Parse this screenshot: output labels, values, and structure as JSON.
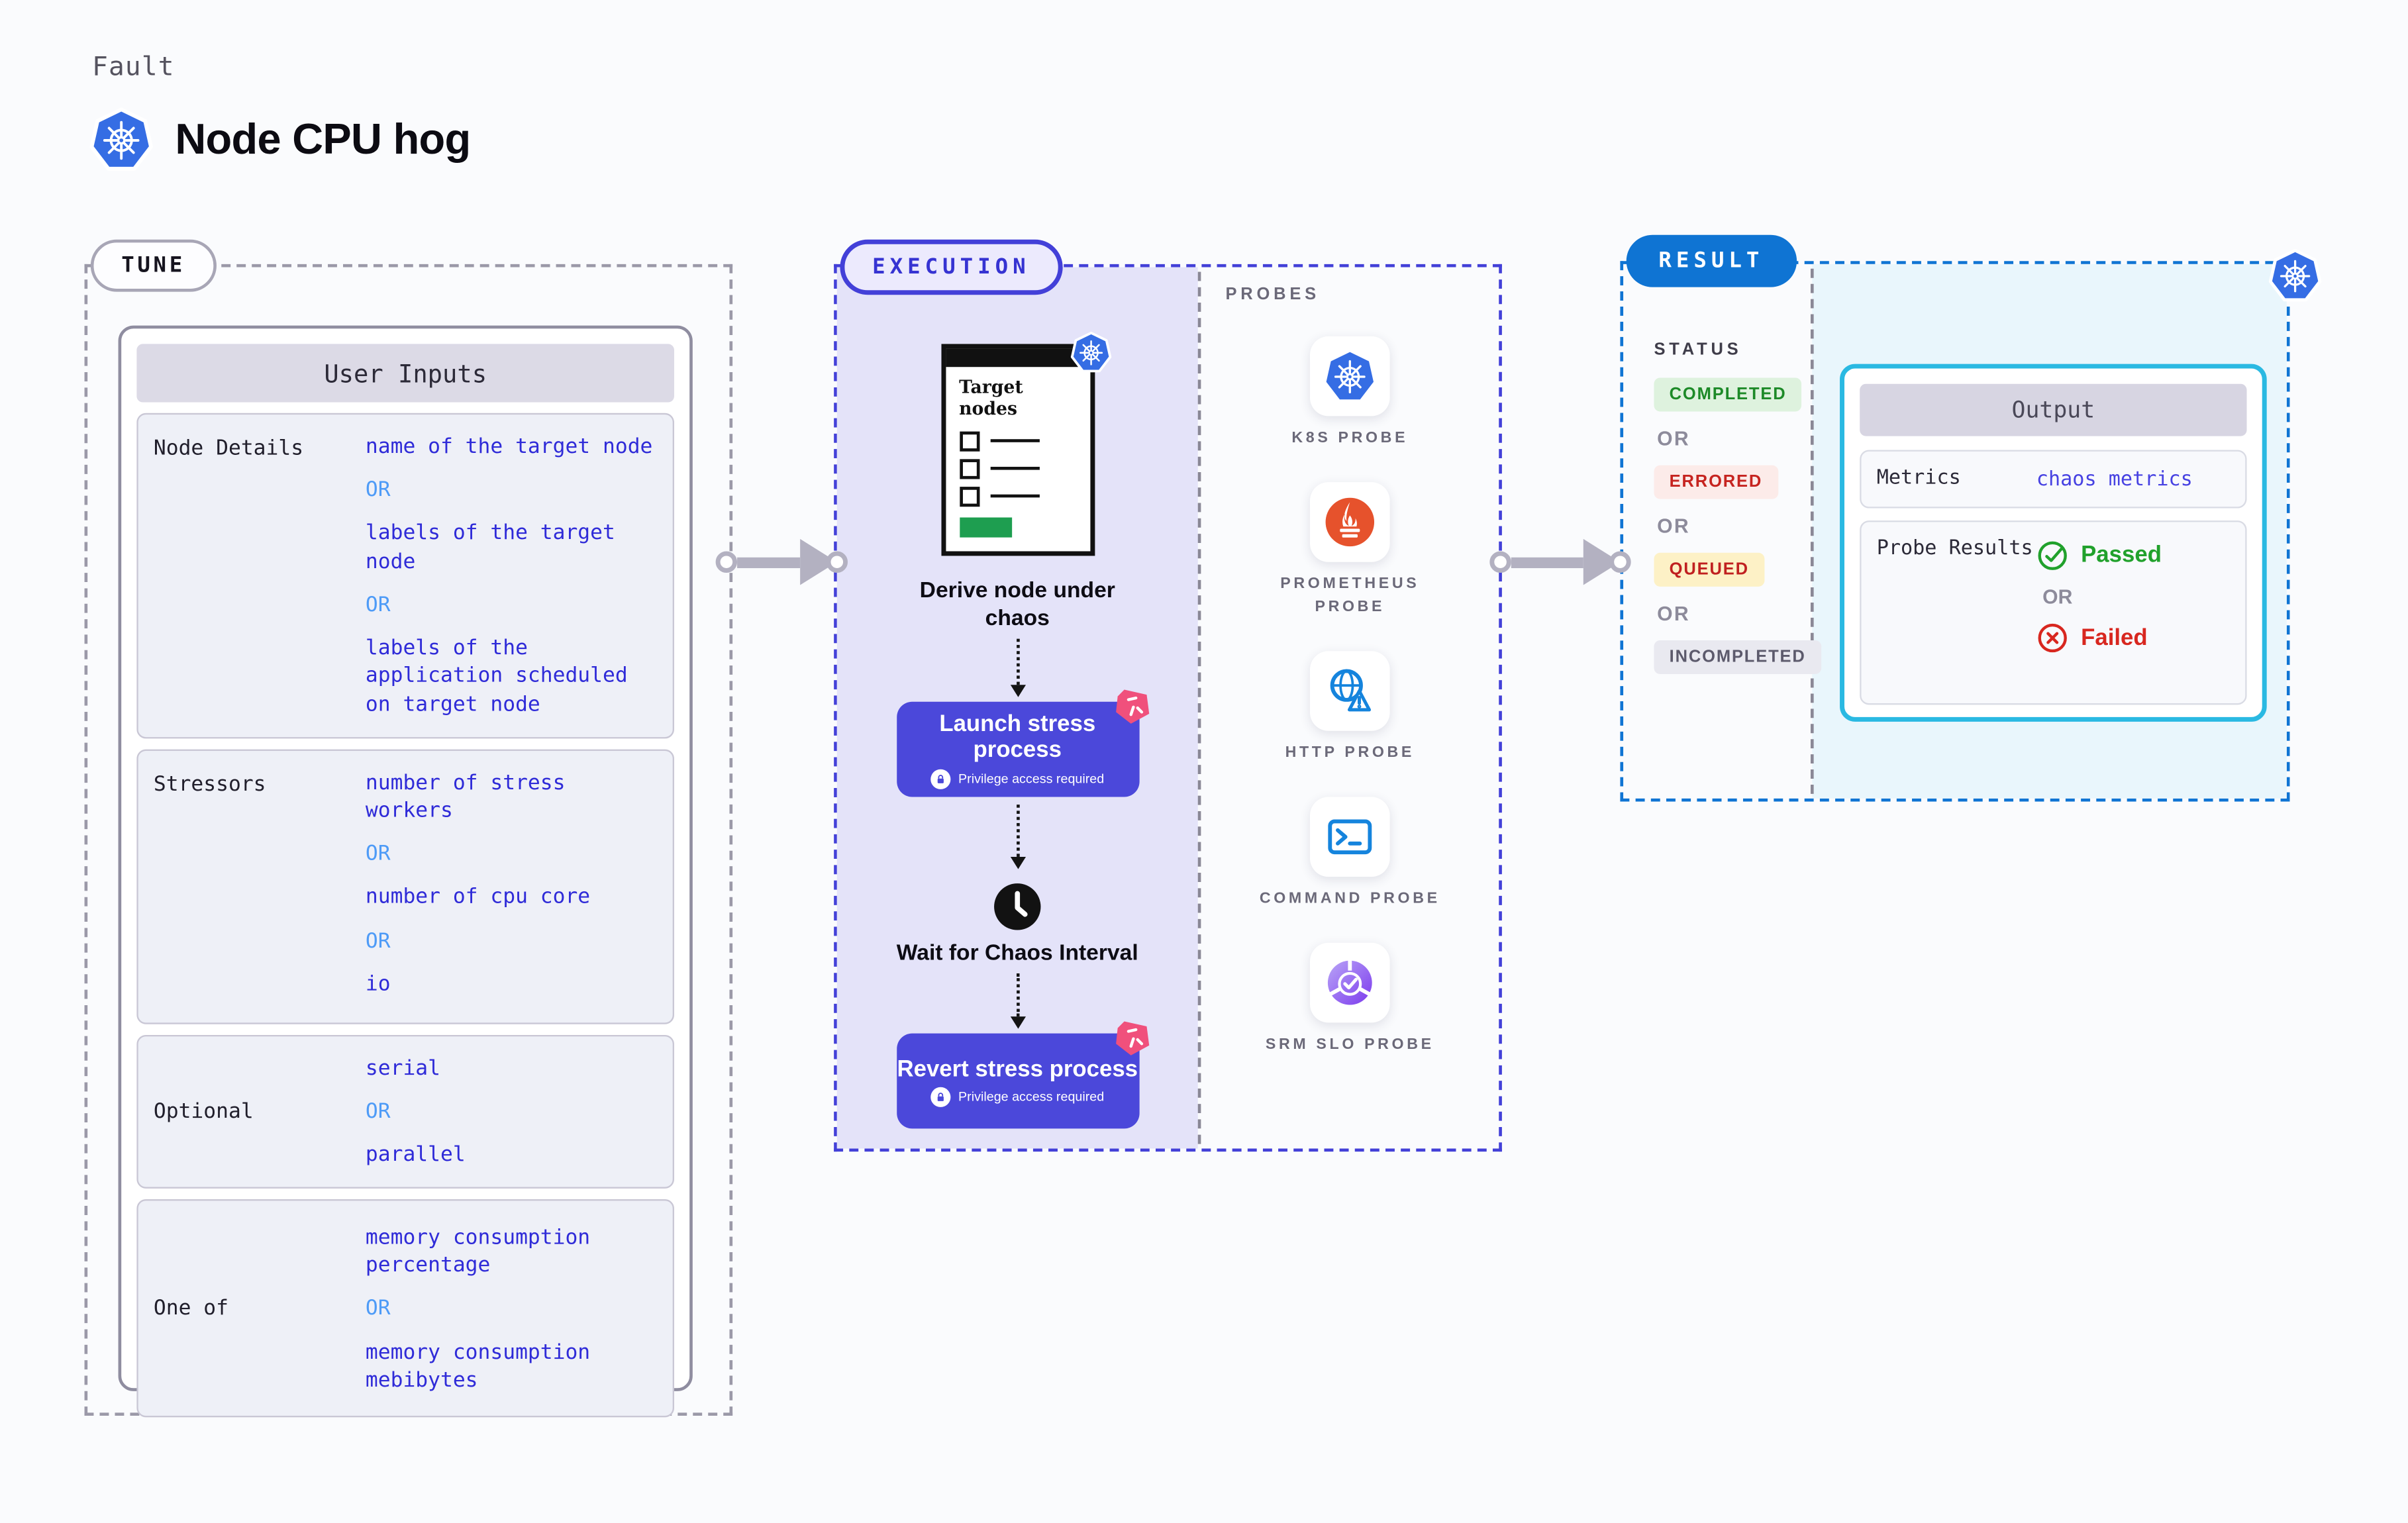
{
  "header": {
    "kicker": "Fault",
    "title": "Node CPU hog",
    "title_icon": "kubernetes-icon"
  },
  "tune": {
    "pill": "TUNE",
    "card_title": "User Inputs",
    "rows": [
      {
        "label": "Node Details",
        "items": [
          {
            "type": "value",
            "text": "name of the target node"
          },
          {
            "type": "or",
            "text": "OR"
          },
          {
            "type": "value",
            "text": "labels of the target node"
          },
          {
            "type": "or",
            "text": "OR"
          },
          {
            "type": "value",
            "text": "labels of the application scheduled on target node"
          }
        ]
      },
      {
        "label": "Stressors",
        "items": [
          {
            "type": "value",
            "text": "number of stress workers"
          },
          {
            "type": "or",
            "text": "OR"
          },
          {
            "type": "value",
            "text": "number of cpu core"
          },
          {
            "type": "or",
            "text": "OR"
          },
          {
            "type": "value",
            "text": "io"
          }
        ]
      },
      {
        "label": "Optional",
        "items": [
          {
            "type": "value",
            "text": "serial"
          },
          {
            "type": "or",
            "text": "OR"
          },
          {
            "type": "value",
            "text": "parallel"
          }
        ]
      },
      {
        "label": "One of",
        "items": [
          {
            "type": "value",
            "text": "memory consumption percentage"
          },
          {
            "type": "or",
            "text": "OR"
          },
          {
            "type": "value",
            "text": "memory consumption mebibytes"
          }
        ]
      }
    ]
  },
  "execution": {
    "pill": "EXECUTION",
    "window_title": "Target nodes",
    "window_icon": "kubernetes-icon",
    "derive_label": "Derive node under chaos",
    "launch": {
      "title": "Launch stress process",
      "subtitle": "Privilege access required",
      "icons": [
        "lock-icon",
        "pinwheel-icon"
      ]
    },
    "wait_label": "Wait for Chaos Interval",
    "wait_icon": "clock-icon",
    "revert": {
      "title": "Revert stress process",
      "subtitle": "Privilege access required",
      "icons": [
        "lock-icon",
        "pinwheel-icon"
      ]
    }
  },
  "probes": {
    "label": "PROBES",
    "items": [
      {
        "id": "k8s",
        "label": "K8S PROBE",
        "icon": "kubernetes-icon"
      },
      {
        "id": "prometheus",
        "label": "PROMETHEUS PROBE",
        "icon": "prometheus-flame-icon"
      },
      {
        "id": "http",
        "label": "HTTP PROBE",
        "icon": "globe-warning-icon"
      },
      {
        "id": "command",
        "label": "COMMAND PROBE",
        "icon": "terminal-icon"
      },
      {
        "id": "srm",
        "label": "SRM SLO PROBE",
        "icon": "slo-gauge-check-icon"
      }
    ]
  },
  "result": {
    "pill": "RESULT",
    "status_label": "STATUS",
    "or_label": "OR",
    "badges": [
      {
        "label": "COMPLETED",
        "type": "completed"
      },
      {
        "label": "ERRORED",
        "type": "errored"
      },
      {
        "label": "QUEUED",
        "type": "queued"
      },
      {
        "label": "INCOMPLETED",
        "type": "incompleted"
      }
    ],
    "corner_icon": "kubernetes-icon",
    "output": {
      "title": "Output",
      "metrics_label": "Metrics",
      "metrics_value": "chaos metrics",
      "probe_results_label": "Probe Results",
      "passed_label": "Passed",
      "or_label": "OR",
      "failed_label": "Failed",
      "passed_icon": "check-circle-icon",
      "failed_icon": "x-circle-icon"
    }
  },
  "colors": {
    "page_bg": "#fafbfd",
    "value_blue": "#2f2bd8",
    "or_blue": "#4e9bf7",
    "indigo": "#4340d8",
    "exec_bg": "#e4e3f9",
    "button_indigo": "#4b48da",
    "pink": "#f0507c",
    "k8s_blue": "#356de4",
    "prometheus_orange": "#e6522c",
    "probe_blue": "#1584dd",
    "srm_purple": "#7c3aed",
    "result_blue": "#0f74d3",
    "cyan": "#2ab9e2",
    "cyan_bg": "#e9f6fc",
    "green_text": "#1d8a28",
    "green_bg": "#def2de",
    "red_text": "#c62420",
    "red_bg": "#fcebe9",
    "queued_text": "#c02020",
    "queued_bg": "#fdf1c6",
    "incomplete_text": "#5c5a6c",
    "incomplete_bg": "#e9e9f0",
    "passed_green": "#21a12c",
    "failed_red": "#d8271f",
    "arrow_gray": "#b3b1c1"
  }
}
